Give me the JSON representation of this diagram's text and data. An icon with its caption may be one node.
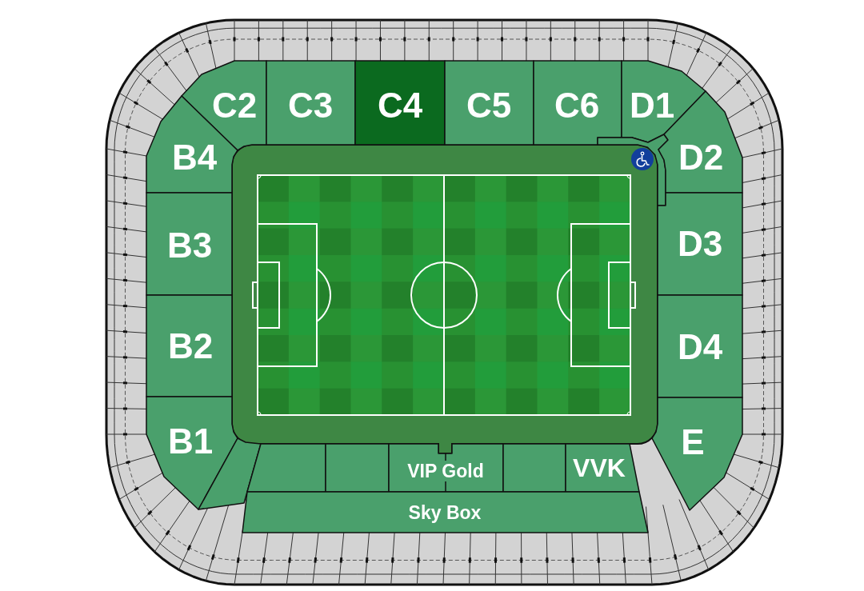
{
  "diagram": {
    "nodes": [
      {
        "text": [
          "C2"
        ]
      },
      {
        "text": [
          "C3"
        ]
      },
      {
        "text": [
          "C4"
        ]
      },
      {
        "text": [
          "C5"
        ]
      },
      {
        "text": [
          "C6"
        ]
      },
      {
        "text": [
          "D1"
        ]
      },
      {
        "text": [],
        "shape": "box"
      },
      {
        "text": [
          "B4"
        ]
      },
      {
        "text": [
          "D2"
        ]
      },
      {
        "text": [
          "B3"
        ]
      },
      {
        "text": [
          "D3"
        ]
      },
      {
        "text": [
          "B2"
        ]
      },
      {
        "text": [
          "D4"
        ]
      },
      {
        "text": [
          "B1"
        ]
      },
      {
        "text": [
          "E"
        ]
      },
      {
        "text": [],
        "shape": "box"
      },
      {
        "text": [],
        "shape": "box"
      },
      {
        "text": [],
        "shape": "box"
      },
      {
        "text": [
          "VIP Gold"
        ]
      },
      {
        "text": [],
        "shape": "box"
      },
      {
        "text": [
          "VVK"
        ]
      },
      {
        "text": [
          "Sky Box"
        ]
      }
    ]
  }
}
